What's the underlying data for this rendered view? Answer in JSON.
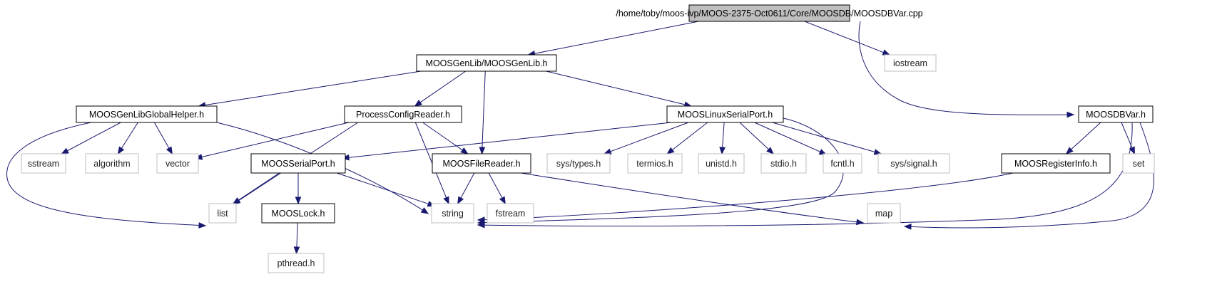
{
  "colors": {
    "edge": "#191970",
    "main_fill": "#bfbfbf",
    "local_border": "#000000",
    "system_border": "#bfbfbf",
    "background": "#ffffff"
  },
  "nodes": {
    "main": {
      "label": "/home/toby/moos-ivp/MOOS-2375-Oct0611/Core/MOOSDB/MOOSDBVar.cpp",
      "kind": "main"
    },
    "genlib": {
      "label": "MOOSGenLib/MOOSGenLib.h",
      "kind": "local"
    },
    "iostream": {
      "label": "iostream",
      "kind": "system"
    },
    "dbvar": {
      "label": "MOOSDBVar.h",
      "kind": "local"
    },
    "globalhelper": {
      "label": "MOOSGenLibGlobalHelper.h",
      "kind": "local"
    },
    "configreader": {
      "label": "ProcessConfigReader.h",
      "kind": "local"
    },
    "linuxserial": {
      "label": "MOOSLinuxSerialPort.h",
      "kind": "local"
    },
    "sstream": {
      "label": "sstream",
      "kind": "system"
    },
    "algorithm": {
      "label": "algorithm",
      "kind": "system"
    },
    "vector": {
      "label": "vector",
      "kind": "system"
    },
    "serialport": {
      "label": "MOOSSerialPort.h",
      "kind": "local"
    },
    "filereader": {
      "label": "MOOSFileReader.h",
      "kind": "local"
    },
    "systypes": {
      "label": "sys/types.h",
      "kind": "system"
    },
    "termios": {
      "label": "termios.h",
      "kind": "system"
    },
    "unistd": {
      "label": "unistd.h",
      "kind": "system"
    },
    "stdio": {
      "label": "stdio.h",
      "kind": "system"
    },
    "fcntl": {
      "label": "fcntl.h",
      "kind": "system"
    },
    "syssignal": {
      "label": "sys/signal.h",
      "kind": "system"
    },
    "registerinfo": {
      "label": "MOOSRegisterInfo.h",
      "kind": "local"
    },
    "set": {
      "label": "set",
      "kind": "system"
    },
    "list": {
      "label": "list",
      "kind": "system"
    },
    "lock": {
      "label": "MOOSLock.h",
      "kind": "local"
    },
    "string": {
      "label": "string",
      "kind": "system"
    },
    "fstream": {
      "label": "fstream",
      "kind": "system"
    },
    "map": {
      "label": "map",
      "kind": "system"
    },
    "pthread": {
      "label": "pthread.h",
      "kind": "system"
    }
  },
  "edges": [
    [
      "main",
      "genlib"
    ],
    [
      "main",
      "iostream"
    ],
    [
      "main",
      "dbvar"
    ],
    [
      "genlib",
      "globalhelper"
    ],
    [
      "genlib",
      "configreader"
    ],
    [
      "genlib",
      "filereader"
    ],
    [
      "genlib",
      "linuxserial"
    ],
    [
      "globalhelper",
      "sstream"
    ],
    [
      "globalhelper",
      "algorithm"
    ],
    [
      "globalhelper",
      "vector"
    ],
    [
      "globalhelper",
      "list"
    ],
    [
      "globalhelper",
      "string"
    ],
    [
      "configreader",
      "vector"
    ],
    [
      "configreader",
      "list"
    ],
    [
      "configreader",
      "string"
    ],
    [
      "configreader",
      "filereader"
    ],
    [
      "linuxserial",
      "serialport"
    ],
    [
      "linuxserial",
      "systypes"
    ],
    [
      "linuxserial",
      "termios"
    ],
    [
      "linuxserial",
      "unistd"
    ],
    [
      "linuxserial",
      "stdio"
    ],
    [
      "linuxserial",
      "fcntl"
    ],
    [
      "linuxserial",
      "syssignal"
    ],
    [
      "linuxserial",
      "string"
    ],
    [
      "serialport",
      "list"
    ],
    [
      "serialport",
      "lock"
    ],
    [
      "serialport",
      "string"
    ],
    [
      "filereader",
      "string"
    ],
    [
      "filereader",
      "fstream"
    ],
    [
      "filereader",
      "map"
    ],
    [
      "lock",
      "pthread"
    ],
    [
      "dbvar",
      "registerinfo"
    ],
    [
      "dbvar",
      "string"
    ],
    [
      "dbvar",
      "map"
    ],
    [
      "dbvar",
      "set"
    ],
    [
      "registerinfo",
      "string"
    ]
  ]
}
